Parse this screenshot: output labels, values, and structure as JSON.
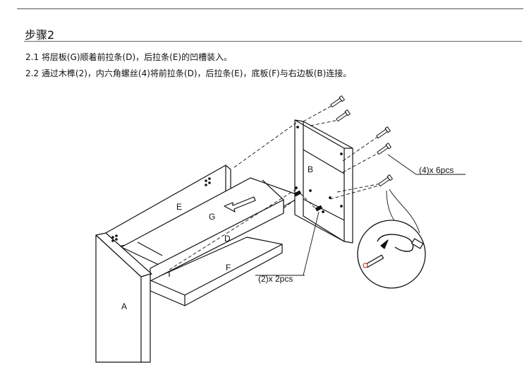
{
  "header": {
    "step_title": "步骤2",
    "instructions": [
      "2.1 将层板(G)顺着前拉条(D)，后拉条(E)的凹槽装入。",
      "2.2 通过木榫(2)，内六角螺丝(4)将前拉条(D)，后拉条(E)，底板(F)与右边板(B)连接。"
    ]
  },
  "diagram": {
    "part_labels": {
      "a": "A",
      "b": "B",
      "d": "D",
      "e": "E",
      "f": "F",
      "g": "G"
    },
    "callouts": {
      "screws": "(4)x 6pcs",
      "dowels": "(2)x 2pcs"
    }
  }
}
